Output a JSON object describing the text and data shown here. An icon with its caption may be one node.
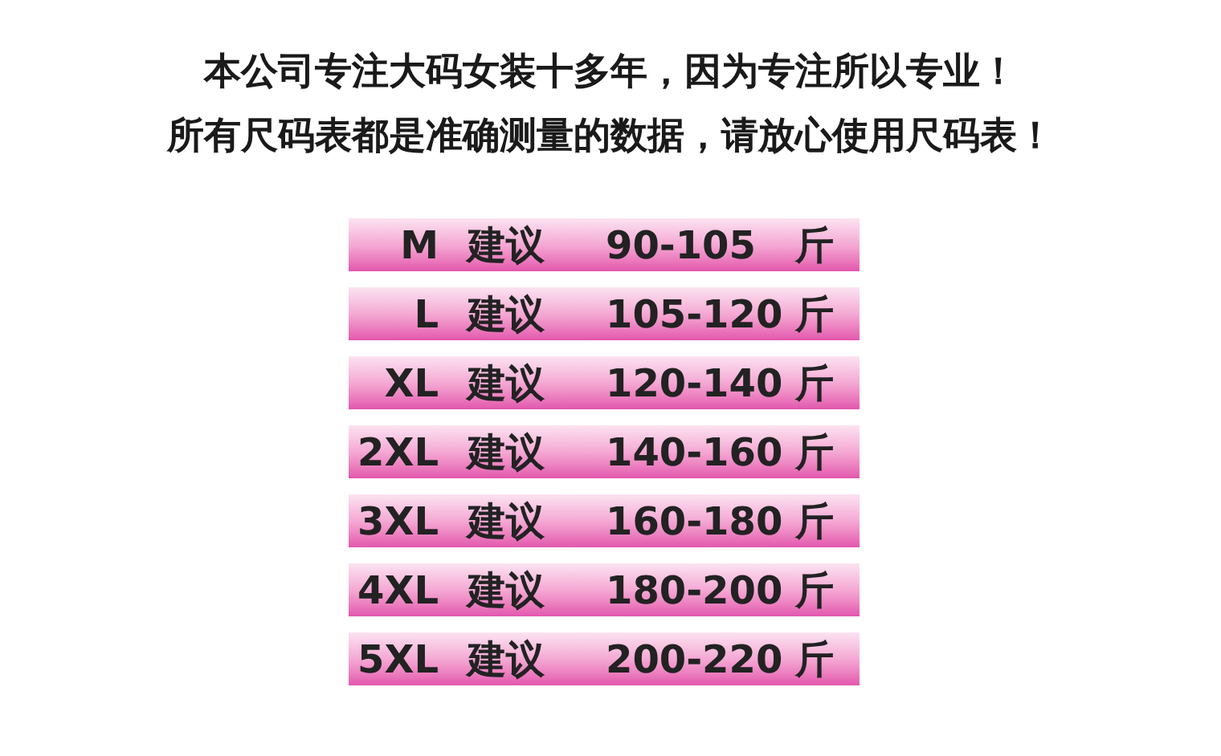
{
  "diagram": {
    "title": "本公司专注大码女装十多年，因为专注所以专业！",
    "labels": [
      "所有尺码表都是准确测量的数据，请放心使用尺码表！"
    ],
    "nodes": [
      {
        "text": [
          "M",
          "建议",
          "90-105",
          "斤"
        ]
      },
      {
        "text": [
          "L",
          "建议",
          "105-120",
          "斤"
        ]
      },
      {
        "text": [
          "XL",
          "建议",
          "120-140",
          "斤"
        ]
      },
      {
        "text": [
          "2XL",
          "建议",
          "140-160",
          "斤"
        ]
      },
      {
        "text": [
          "3XL",
          "建议",
          "160-180",
          "斤"
        ]
      },
      {
        "text": [
          "4XL",
          "建议",
          "180-200",
          "斤"
        ]
      },
      {
        "text": [
          "5XL",
          "建议",
          "200-220",
          "斤"
        ]
      }
    ]
  }
}
